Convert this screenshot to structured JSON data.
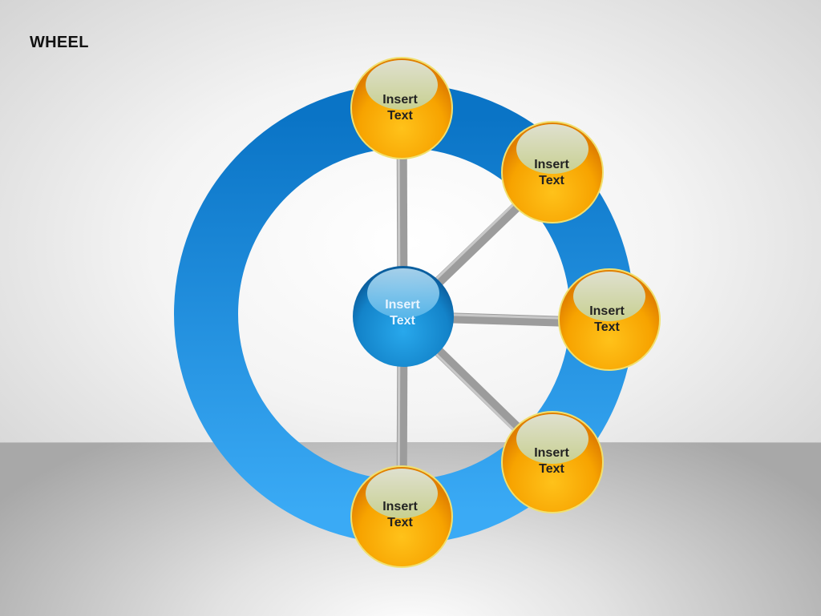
{
  "title": "WHEEL",
  "hub": {
    "label": "Insert\nText",
    "color": "#1a8fd4"
  },
  "nodes": [
    {
      "label": "Insert\nText"
    },
    {
      "label": "Insert\nText"
    },
    {
      "label": "Insert\nText"
    },
    {
      "label": "Insert\nText"
    },
    {
      "label": "Insert\nText"
    }
  ],
  "colors": {
    "ring": "#2a93e0",
    "spoke": "#9a9a9a",
    "node_orange": "#f5a200",
    "node_highlight": "#d8dcc0"
  }
}
